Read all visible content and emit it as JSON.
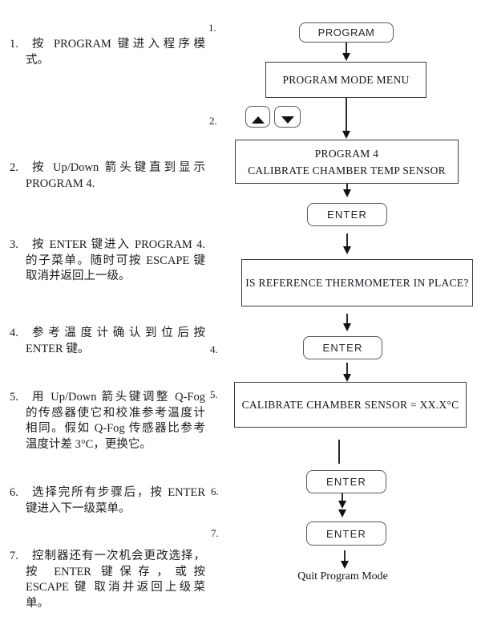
{
  "colors": {
    "ink": "#1c1c1c",
    "display_border": "#3d3d3d",
    "key_border": "#5a5a5a"
  },
  "steps": [
    {
      "num": "1.",
      "lines": [
        "按 PROGRAM 键进入程序模",
        "式。"
      ]
    },
    {
      "num": "2.",
      "lines": [
        "按 Up/Down 箭头键直到显示",
        "PROGRAM 4."
      ]
    },
    {
      "num": "3.",
      "lines": [
        "按 ENTER 键进入 PROGRAM 4.",
        "的子菜单。随时可按 ESCAPE 键",
        "取消并返回上一级。"
      ]
    },
    {
      "num": "4.",
      "lines": [
        "参考温度计确认到位后按",
        "ENTER 键。"
      ]
    },
    {
      "num": "5.",
      "lines": [
        "用 Up/Down 箭头键调整 Q-Fog",
        "的传感器使它和校准参考温度计",
        "相同。假如 Q-Fog 传感器比参考",
        "温度计差 3°C，更换它。"
      ]
    },
    {
      "num": "6.",
      "lines": [
        "选择完所有步骤后，按 ENTER",
        "键进入下一级菜单。"
      ]
    },
    {
      "num": "7.",
      "lines": [
        "控制器还有一次机会更改选择，",
        "按 ENTER 键保存，或按",
        "ESCAPE 键 取消并返回上级菜",
        "单。"
      ]
    }
  ],
  "flowchart": {
    "markers": {
      "s1": "1.",
      "s2": "2.",
      "s4": "4.",
      "s5": "5.",
      "s6": "6.",
      "s7": "7."
    },
    "program_key": "PROGRAM",
    "program_mode_menu": "PROGRAM MODE MENU",
    "up_key_icon": "up-triangle",
    "down_key_icon": "down-triangle",
    "program4_line1": "PROGRAM 4",
    "program4_line2": "CALIBRATE CHAMBER TEMP SENSOR",
    "enter_key_1": "ENTER",
    "reference_prompt": "IS REFERENCE THERMOMETER IN PLACE?",
    "enter_key_2": "ENTER",
    "calibrate_prompt": "CALIBRATE CHAMBER SENSOR = XX.X°C",
    "enter_key_3": "ENTER",
    "enter_key_4": "ENTER",
    "quit_text": "Quit Program Mode"
  }
}
